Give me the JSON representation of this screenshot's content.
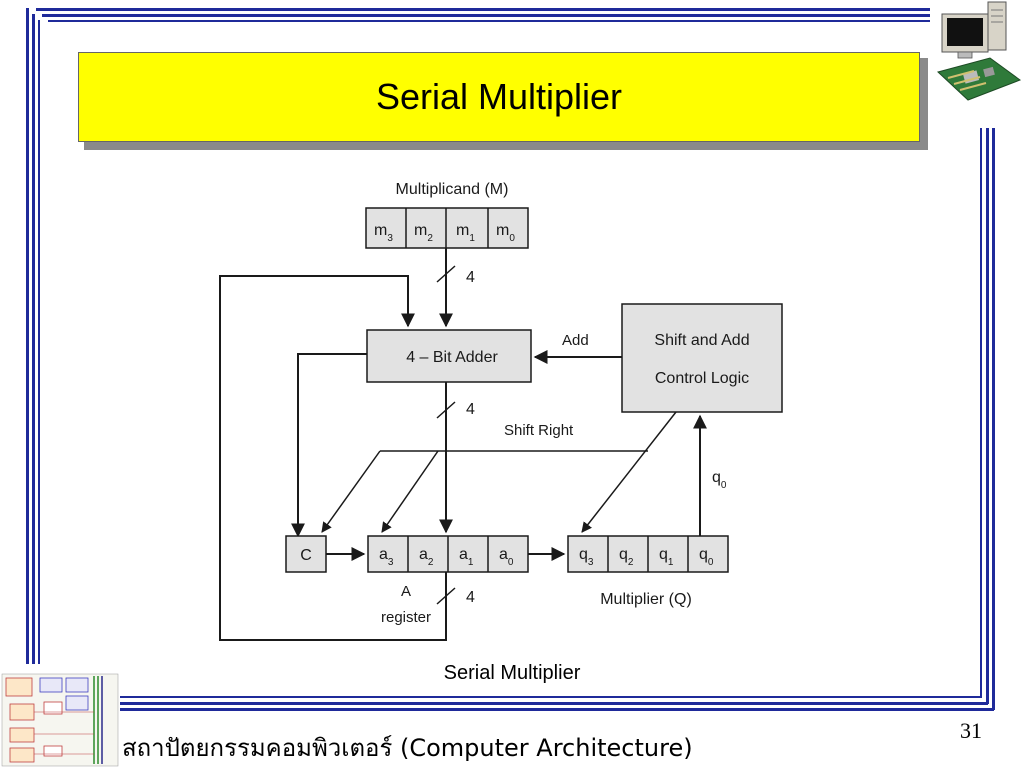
{
  "slide": {
    "title": "Serial Multiplier",
    "caption": "Serial Multiplier",
    "footer": "สถาปัตยกรรมคอมพิวเตอร์ (Computer Architecture)",
    "page_number": "31"
  },
  "diagram": {
    "multiplicand_label": "Multiplicand (M)",
    "multiplicand_bits": [
      {
        "base": "m",
        "sub": "3"
      },
      {
        "base": "m",
        "sub": "2"
      },
      {
        "base": "m",
        "sub": "1"
      },
      {
        "base": "m",
        "sub": "0"
      }
    ],
    "adder_label": "4 – Bit Adder",
    "control_line1": "Shift and Add",
    "control_line2": "Control Logic",
    "add_signal": "Add",
    "shift_right_signal": "Shift Right",
    "q0_signal": {
      "base": "q",
      "sub": "0"
    },
    "bus_width": "4",
    "carry_label": "C",
    "a_bits": [
      {
        "base": "a",
        "sub": "3"
      },
      {
        "base": "a",
        "sub": "2"
      },
      {
        "base": "a",
        "sub": "1"
      },
      {
        "base": "a",
        "sub": "0"
      }
    ],
    "q_bits": [
      {
        "base": "q",
        "sub": "3"
      },
      {
        "base": "q",
        "sub": "2"
      },
      {
        "base": "q",
        "sub": "1"
      },
      {
        "base": "q",
        "sub": "0"
      }
    ],
    "a_register_label_line1": "A",
    "a_register_label_line2": "register",
    "multiplier_label": "Multiplier (Q)"
  },
  "colors": {
    "frame": "#1f2a9a",
    "title_background": "#ffff00",
    "box_fill": "#e2e2e2"
  }
}
